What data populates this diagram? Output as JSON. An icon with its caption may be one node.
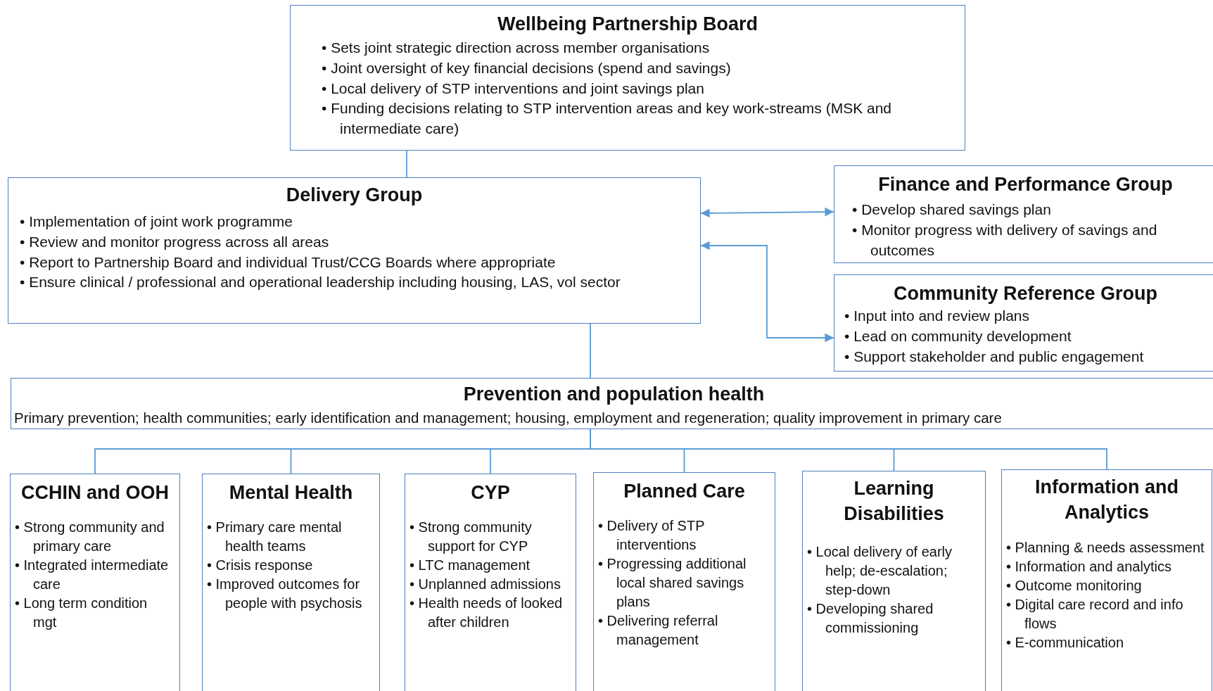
{
  "diagram": {
    "nodes": [
      {
        "text": [
          "Wellbeing Partnership Board",
          "• Sets joint strategic direction across member organisations",
          "• Joint oversight of key financial decisions (spend and savings)",
          "• Local delivery of STP interventions and joint savings plan",
          "• Funding decisions relating to STP intervention areas and key work-streams (MSK and intermediate care)"
        ]
      },
      {
        "text": [
          "Delivery Group",
          "• Implementation of joint work programme",
          "• Review and monitor progress across all areas",
          "• Report to Partnership Board and individual Trust/CCG Boards where appropriate",
          "• Ensure clinical / professional and operational leadership including housing, LAS, vol sector"
        ]
      },
      {
        "text": [
          "Finance and Performance Group",
          "• Develop shared savings plan",
          "• Monitor progress with delivery of savings and outcomes"
        ]
      },
      {
        "text": [
          "Community Reference Group",
          "• Input into and review plans",
          "• Lead on community development",
          "• Support stakeholder and public engagement"
        ]
      },
      {
        "text": [
          "Prevention and population health",
          "Primary prevention; health communities; early identification and management; housing, employment and regeneration; quality improvement in primary care"
        ]
      },
      {
        "text": [
          "CCHIN and OOH",
          "• Strong community and primary care",
          "• Integrated intermediate care",
          "• Long term condition mgt"
        ]
      },
      {
        "text": [
          "Mental Health",
          "• Primary care mental health teams",
          "• Crisis response",
          "• Improved outcomes for people with psychosis"
        ]
      },
      {
        "text": [
          "CYP",
          "• Strong community support for CYP",
          "• LTC management",
          "• Unplanned admissions",
          "• Health needs of looked after children"
        ]
      },
      {
        "text": [
          "Planned Care",
          "• Delivery of STP interventions",
          "• Progressing additional local shared savings plans",
          "• Delivering referral management"
        ]
      },
      {
        "text": [
          "Learning Disabilities",
          "• Local delivery of early help; de-escalation; step-down",
          "• Developing shared commissioning"
        ]
      },
      {
        "text": [
          "Information and Analytics",
          "• Planning & needs assessment",
          "• Information and analytics",
          "• Outcome monitoring",
          "• Digital care record and info flows",
          "• E-communication"
        ]
      }
    ],
    "edges": [
      {
        "from": 0,
        "to": 1,
        "arrow": "none"
      },
      {
        "from": 1,
        "to": 2,
        "arrow": "both"
      },
      {
        "from": 1,
        "to": 3,
        "arrow": "both"
      },
      {
        "from": 1,
        "to": 4,
        "arrow": "none"
      },
      {
        "from": 4,
        "to": 5,
        "arrow": "none"
      },
      {
        "from": 4,
        "to": 6,
        "arrow": "none"
      },
      {
        "from": 4,
        "to": 7,
        "arrow": "none"
      },
      {
        "from": 4,
        "to": 8,
        "arrow": "none"
      },
      {
        "from": 4,
        "to": 9,
        "arrow": "none"
      },
      {
        "from": 4,
        "to": 10,
        "arrow": "none"
      }
    ]
  }
}
